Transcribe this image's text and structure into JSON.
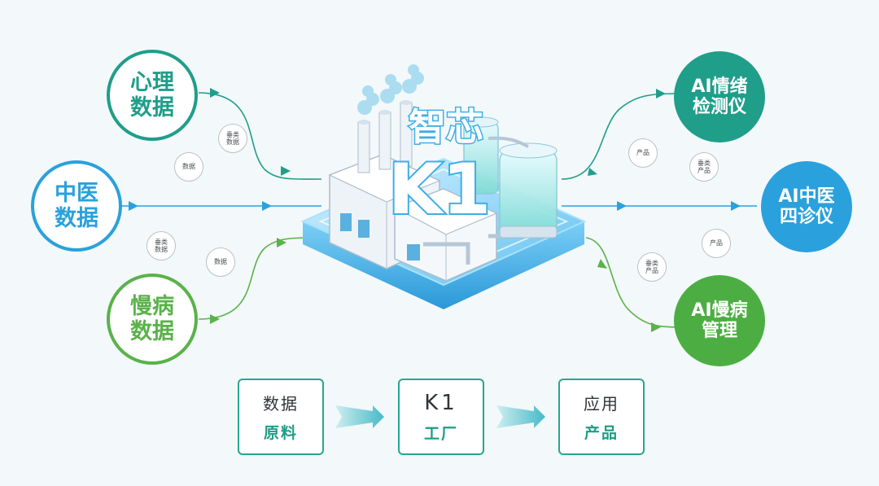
{
  "inputs": [
    {
      "line1": "心理",
      "line2": "数据",
      "color": "#1f9e8a"
    },
    {
      "line1": "中医",
      "line2": "数据",
      "color": "#2aa1dc"
    },
    {
      "line1": "慢病",
      "line2": "数据",
      "color": "#5ab24a"
    }
  ],
  "outputs": [
    {
      "line1": "AI情绪",
      "line2": "检测仪",
      "color": "#1f9e8a"
    },
    {
      "line1": "AI中医",
      "line2": "四诊仪",
      "color": "#2aa1dc"
    },
    {
      "line1": "AI慢病",
      "line2": "管理",
      "color": "#4cae42"
    }
  ],
  "tags": {
    "vertical_data": [
      "垂类",
      "数据"
    ],
    "data": "数据",
    "product": "产品",
    "vertical_product": [
      "垂类",
      "产品"
    ]
  },
  "factory": {
    "title": "智芯",
    "model": "K1",
    "accent_color": "#3eaee6"
  },
  "flow": [
    {
      "line1": "数据",
      "line2": "原料"
    },
    {
      "line1": "K1",
      "line2": "工厂"
    },
    {
      "line1": "应用",
      "line2": "产品"
    }
  ],
  "flow_box_border_color": "#26a68f"
}
